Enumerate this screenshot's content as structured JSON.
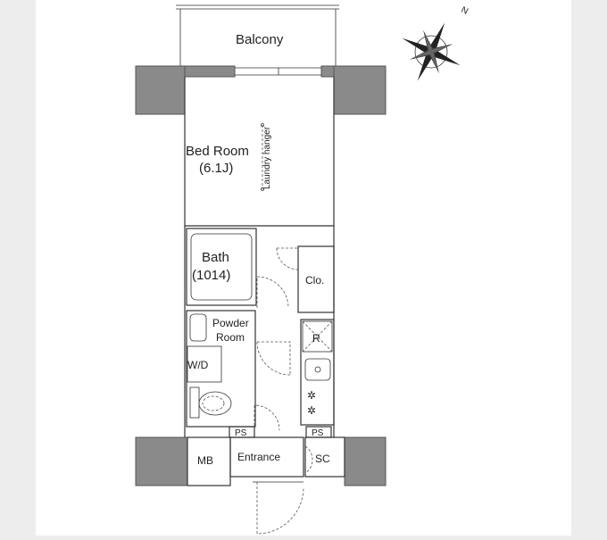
{
  "floorplan": {
    "rooms": {
      "balcony": "Balcony",
      "bedroom": "Bed Room",
      "bedroom_size": "(6.1J)",
      "laundry": "Laundry hanger",
      "bath": "Bath",
      "bath_size": "(1014)",
      "closet": "Clo.",
      "powder_line1": "Powder",
      "powder_line2": "Room",
      "washer": "W/D",
      "fridge": "R",
      "ps_left": "PS",
      "ps_right": "PS",
      "mb": "MB",
      "entrance": "Entrance",
      "shoe_closet": "SC"
    },
    "compass": {
      "north": "N"
    }
  }
}
